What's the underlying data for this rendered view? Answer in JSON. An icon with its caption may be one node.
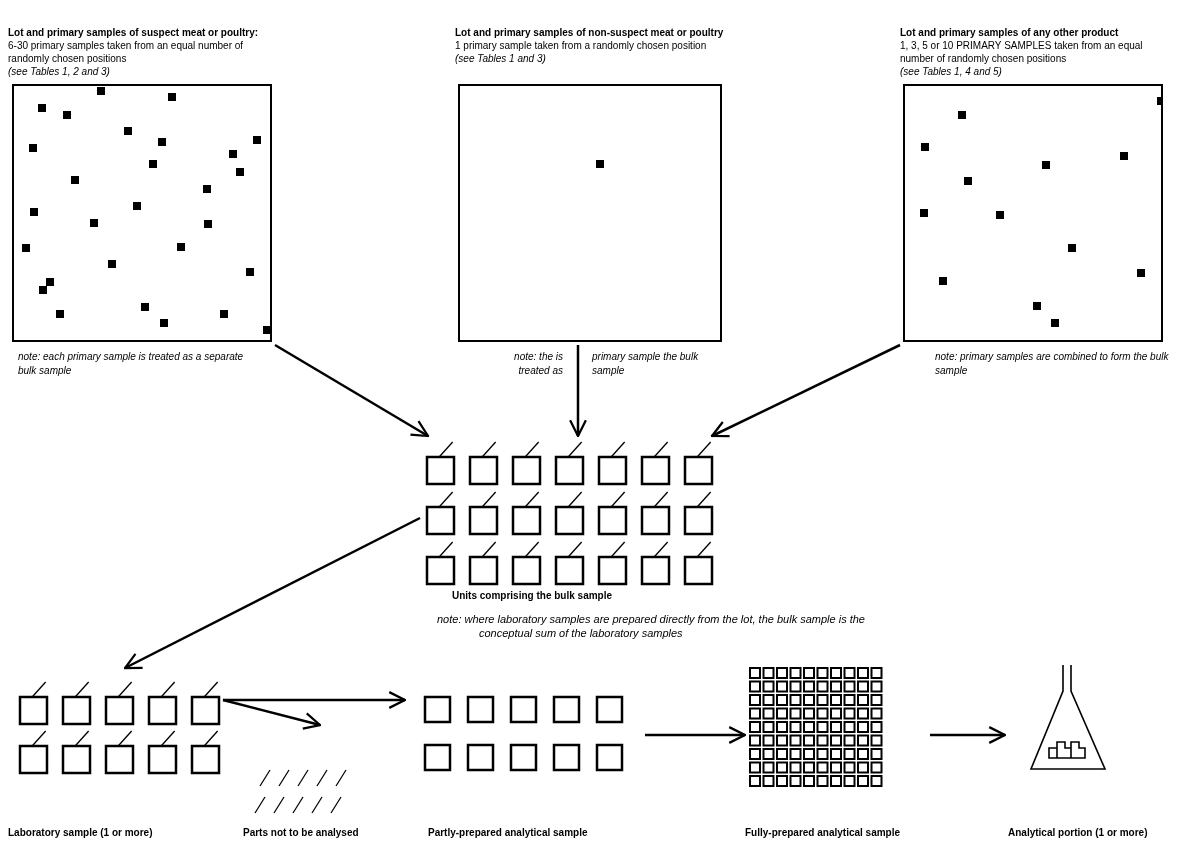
{
  "diagram": {
    "nodes": [
      {
        "text": [
          "Lot and primary samples of suspect  meat or poultry:",
          "6-30  primary samples taken from an equal number of randomly chosen positions",
          "(see Tables 1, 2 and 3)"
        ],
        "beside": [
          "note:  each primary sample is treated as a separate bulk sample"
        ]
      },
      {
        "text": [
          "Lot and primary samples of non-suspect meat or poultry",
          "1  primary sample taken from a randomly chosen position",
          "(see Tables 1 and 3)"
        ],
        "beside": [
          "note:  the is treated as",
          "primary sample the bulk sample"
        ]
      },
      {
        "text": [
          "Lot and primary samples of any other product",
          "1, 3, 5 or 10  PRIMARY SAMPLES taken from an equal number of randomly chosen positions",
          "(see Tables 1, 4 and 5)"
        ],
        "beside": [
          "note:  primary samples are combined to form the bulk sample"
        ]
      },
      {
        "text": [
          "Units comprising the bulk sample"
        ],
        "beside": [
          "note:  where laboratory samples are prepared directly from the lot, the bulk sample is the conceptual sum of the laboratory samples"
        ]
      },
      {
        "text": [
          "Laboratory sample (1 or more)"
        ]
      },
      {
        "text": [
          "Parts not to be analysed"
        ]
      },
      {
        "text": [
          "Partly-prepared analytical sample"
        ]
      },
      {
        "text": [
          "Fully-prepared analytical sample"
        ]
      },
      {
        "text": [
          "Analytical portion  (1 or more)"
        ]
      }
    ],
    "edges": [
      {
        "from": 0,
        "to": 3,
        "arrow": "to"
      },
      {
        "from": 1,
        "to": 3,
        "arrow": "to"
      },
      {
        "from": 2,
        "to": 3,
        "arrow": "to"
      },
      {
        "from": 3,
        "to": 4,
        "arrow": "to"
      },
      {
        "from": 4,
        "to": 6,
        "arrow": "to"
      },
      {
        "from": 4,
        "to": 5,
        "arrow": "to"
      },
      {
        "from": 6,
        "to": 7,
        "arrow": "to"
      },
      {
        "from": 7,
        "to": 8,
        "arrow": "to"
      }
    ]
  }
}
